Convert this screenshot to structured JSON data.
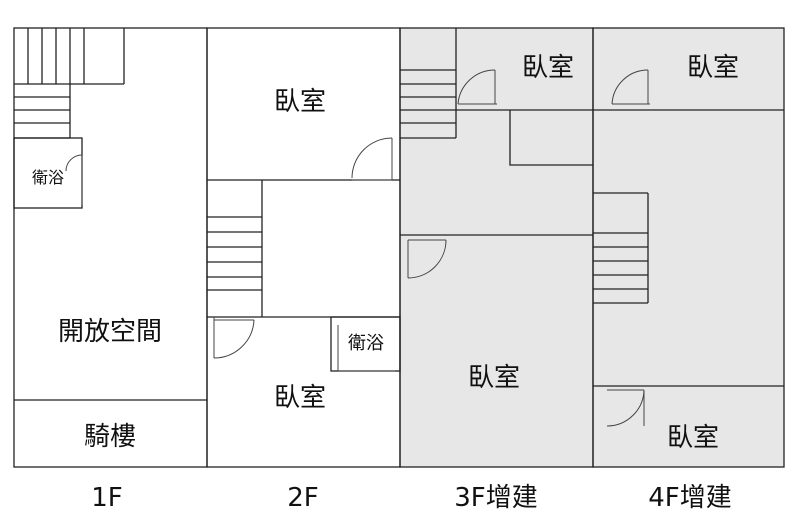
{
  "colors": {
    "wall": "#222222",
    "extension_fill": "#e7e7e7",
    "background": "#ffffff",
    "door_arc": "#444444"
  },
  "floors": [
    {
      "label": "1F",
      "rooms": [
        "衛浴",
        "開放空間",
        "騎樓"
      ]
    },
    {
      "label": "2F",
      "rooms": [
        "臥室",
        "衛浴",
        "臥室"
      ]
    },
    {
      "label": "3F增建",
      "extension": true,
      "rooms": [
        "臥室",
        "臥室"
      ]
    },
    {
      "label": "4F增建",
      "extension": true,
      "rooms": [
        "臥室",
        "臥室"
      ]
    }
  ]
}
